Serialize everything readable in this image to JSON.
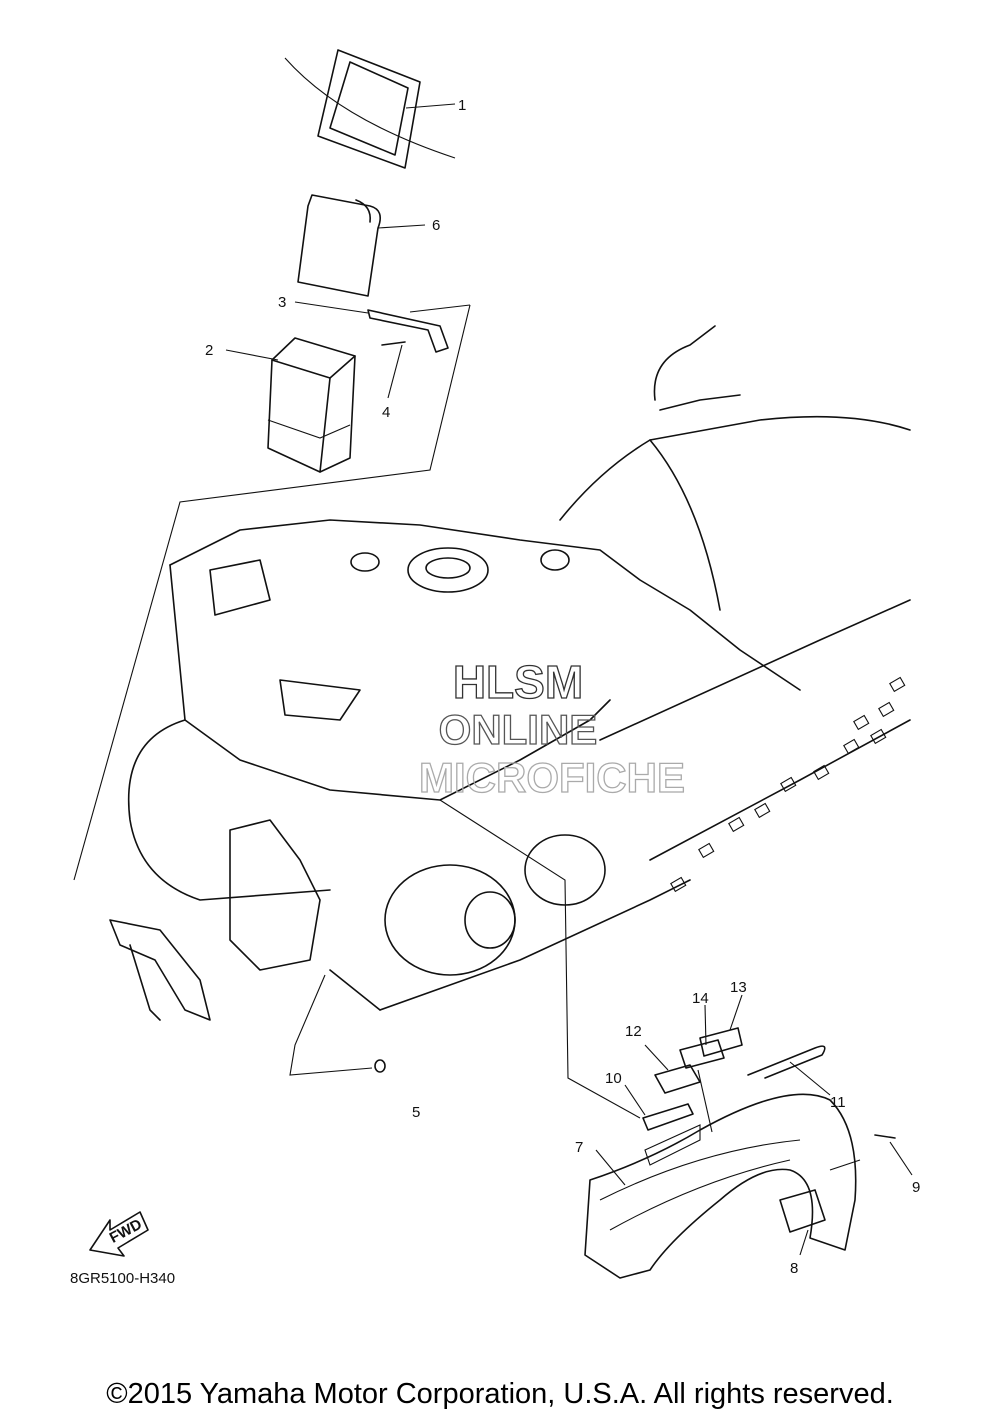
{
  "diagram": {
    "code": "8GR5100-H340",
    "fwd_label": "FWD",
    "watermark": [
      "HLSM",
      "ONLINE",
      "MICROFICHE"
    ],
    "callouts": [
      "1",
      "2",
      "3",
      "4",
      "5",
      "6",
      "7",
      "8",
      "9",
      "10",
      "11",
      "12",
      "13",
      "14"
    ]
  },
  "footer": {
    "copyright": "©2015 Yamaha Motor Corporation, U.S.A. All rights reserved."
  }
}
